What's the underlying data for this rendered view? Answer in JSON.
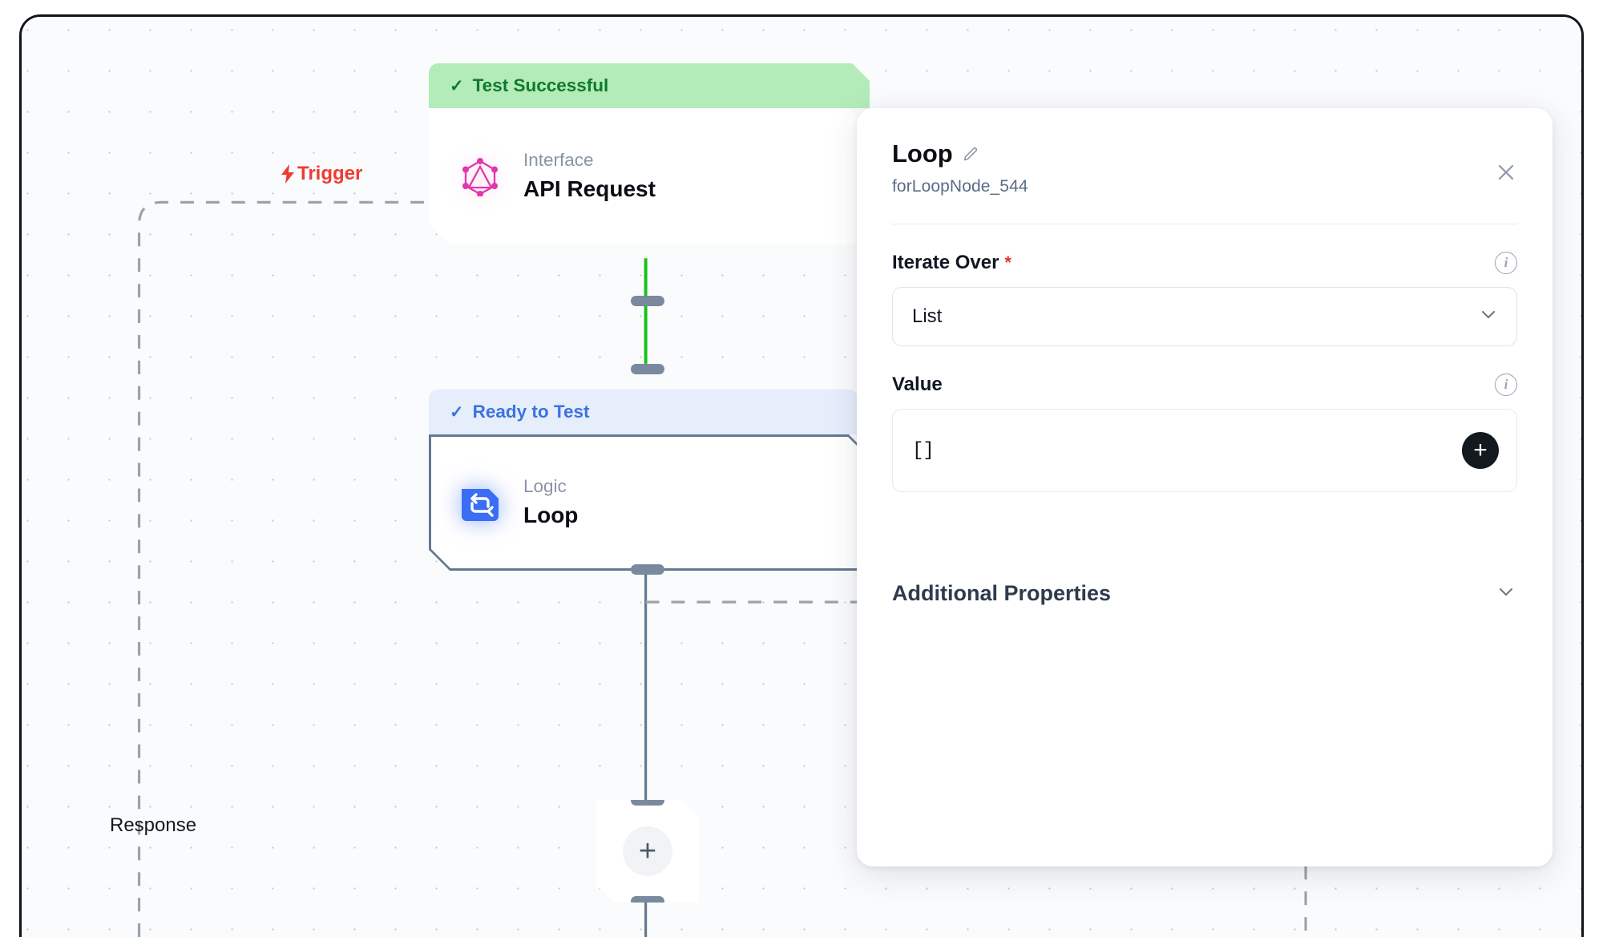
{
  "canvas": {
    "trigger_label": "Trigger",
    "trigger_icon": "lightning-bolt-icon",
    "response_label": "Response",
    "add_node_label": "+",
    "edge_active_color": "#16c21c",
    "edge_idle_color": "#64798f",
    "edge_dashed_color": "#9aa3ad"
  },
  "nodes": [
    {
      "id": "api-request",
      "status_label": "Test Successful",
      "status_check": "✓",
      "status_color": "#0f7a2b",
      "status_bg": "#b3ebb9",
      "category": "Interface",
      "title": "API Request",
      "icon": "graphql-icon",
      "icon_color": "#e535ab"
    },
    {
      "id": "loop",
      "status_label": "Ready to Test",
      "status_check": "✓",
      "status_color": "#3b73df",
      "status_bg": "#e6edfb",
      "category": "Logic",
      "title": "Loop",
      "icon": "loop-icon",
      "icon_color": "#3a6ef5"
    }
  ],
  "inspector": {
    "title": "Loop",
    "edit_icon": "pencil-icon",
    "subtitle": "forLoopNode_544",
    "close_icon": "close-icon",
    "fields": [
      {
        "label": "Iterate Over",
        "required": true,
        "required_marker": "*",
        "info_icon": "info-icon",
        "control": "select",
        "value": "List",
        "chevron_icon": "chevron-down-icon"
      },
      {
        "label": "Value",
        "required": false,
        "info_icon": "info-icon",
        "control": "array-input",
        "value": "[]",
        "add_icon": "plus-icon",
        "add_label": "+"
      }
    ],
    "additional_properties": {
      "label": "Additional Properties",
      "expanded": false,
      "chevron_icon": "chevron-down-icon"
    }
  }
}
